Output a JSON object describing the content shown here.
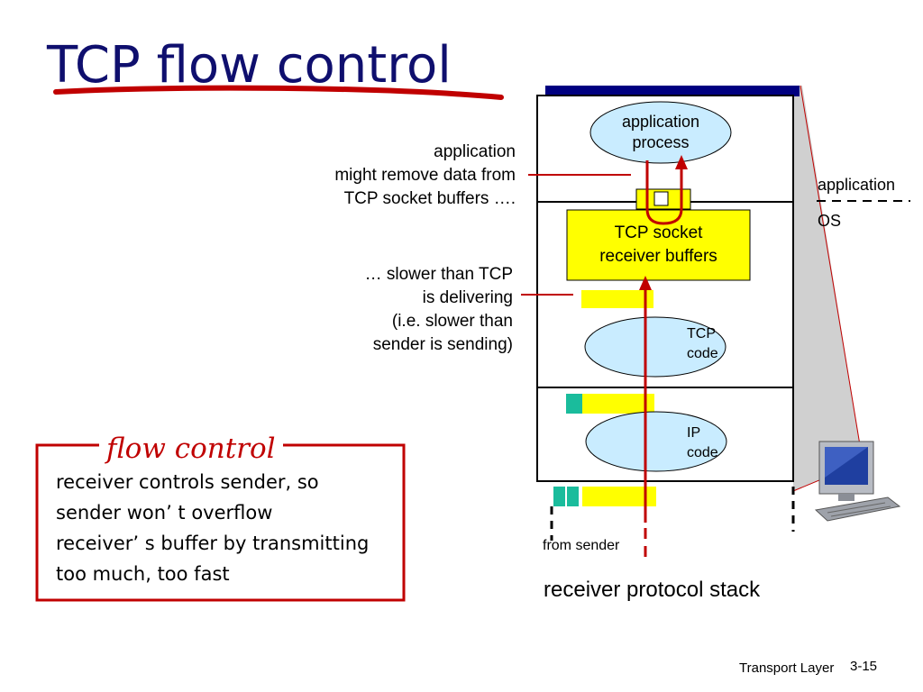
{
  "title": "TCP flow control",
  "stack": {
    "app_process": [
      "application",
      "process"
    ],
    "socket_buffers": [
      "TCP socket",
      "receiver buffers"
    ],
    "tcp_code": [
      "TCP",
      "code"
    ],
    "ip_code": [
      "IP",
      "code"
    ],
    "from_sender": "from sender",
    "caption": "receiver protocol stack"
  },
  "layer_labels": {
    "application": "application",
    "os": "OS"
  },
  "annotations": {
    "app_remove": [
      "application",
      "might remove data from",
      "TCP socket buffers …."
    ],
    "slower": [
      "… slower than TCP",
      "is delivering",
      "(i.e. slower than",
      "sender is sending)"
    ]
  },
  "flow_box": {
    "heading": "flow control",
    "lines": [
      "receiver controls sender, so",
      "sender won’ t overflow",
      "receiver’ s buffer by transmitting",
      "too much, too fast"
    ]
  },
  "footer": {
    "section": "Transport Layer",
    "page": "3-15"
  },
  "colors": {
    "title": "#0f0f6e",
    "accent_red": "#c00000",
    "buffer_yellow": "#ffff00",
    "packet_teal": "#1abc9c",
    "ellipse_fill": "#c9ecff",
    "bar_navy": "#000080"
  }
}
